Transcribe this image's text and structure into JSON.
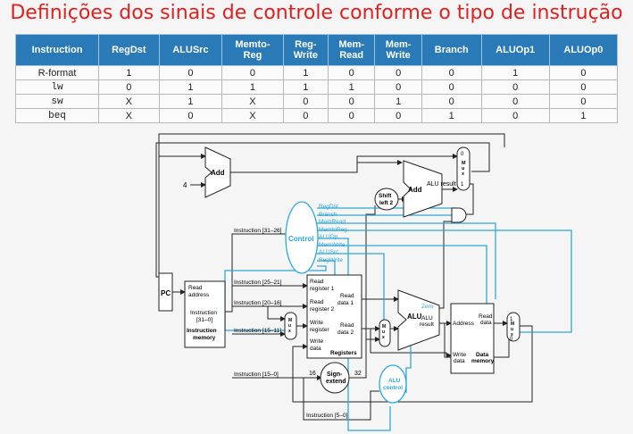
{
  "title": "Definições dos sinais de controle conforme o tipo de instrução",
  "table": {
    "headers": [
      "Instruction",
      "RegDst",
      "ALUSrc",
      "Memto-\nReg",
      "Reg-\nWrite",
      "Mem-\nRead",
      "Mem-\nWrite",
      "Branch",
      "ALUOp1",
      "ALUOp0"
    ],
    "rows": [
      [
        "R-format",
        "1",
        "0",
        "0",
        "1",
        "0",
        "0",
        "0",
        "1",
        "0"
      ],
      [
        "lw",
        "0",
        "1",
        "1",
        "1",
        "1",
        "0",
        "0",
        "0",
        "0"
      ],
      [
        "sw",
        "X",
        "1",
        "X",
        "0",
        "0",
        "1",
        "0",
        "0",
        "0"
      ],
      [
        "beq",
        "X",
        "0",
        "X",
        "0",
        "0",
        "0",
        "1",
        "0",
        "1"
      ]
    ]
  },
  "diagram": {
    "pc": "PC",
    "add": "Add",
    "four": "4",
    "add_alu": "Add",
    "alu_result": "ALU\nresult",
    "shift": "Shift\nleft 2",
    "mux": "M\nu\nx",
    "mux0": "0",
    "mux1": "1",
    "control": "Control",
    "signals": [
      "RegDst",
      "Branch",
      "MemRead",
      "MemtoReg",
      "ALUOp",
      "MemWrite",
      "ALUSrc",
      "RegWrite"
    ],
    "imem": {
      "read_address": "Read\naddress",
      "instruction": "Instruction\n[31–0]",
      "name": "Instruction\nmemory"
    },
    "instr_fields": [
      "Instruction [31–26]",
      "Instruction [25–21]",
      "Instruction [20–16]",
      "Instruction [15–11]",
      "Instruction [15–0]",
      "Instruction [5–0]"
    ],
    "registers": {
      "rr1": "Read\nregister 1",
      "rr2": "Read\nregister 2",
      "wr": "Write\nregister",
      "wd": "Write\ndata",
      "rd1": "Read\ndata 1",
      "rd2": "Read\ndata 2",
      "name": "Registers"
    },
    "sign_extend": "Sign-\nextend",
    "bits16": "16",
    "bits32": "32",
    "alu": "ALU",
    "zero": "Zero",
    "alu_control": "ALU\ncontrol",
    "dmem": {
      "address": "Address",
      "read_data": "Read\ndata",
      "write_data": "Write\ndata",
      "name": "Data\nmemory"
    },
    "colors": {
      "control_blue": "#2ea8d8",
      "header_blue": "#2a7ab8",
      "title_red": "#e02020"
    }
  }
}
